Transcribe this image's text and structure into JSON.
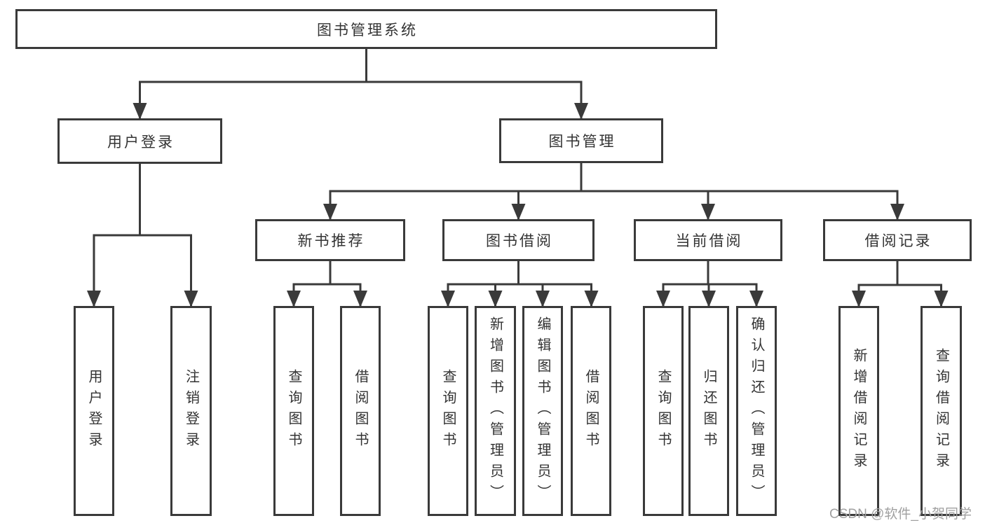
{
  "diagram": {
    "root": {
      "label": "图书管理系统"
    },
    "level2": [
      {
        "label": "用户登录"
      },
      {
        "label": "图书管理"
      }
    ],
    "level3": [
      {
        "label": "新书推荐"
      },
      {
        "label": "图书借阅"
      },
      {
        "label": "当前借阅"
      },
      {
        "label": "借阅记录"
      }
    ],
    "leaves": {
      "user_login": [
        "用户登录",
        "注销登录"
      ],
      "new_books": [
        "查询图书",
        "借阅图书"
      ],
      "book_borrow": [
        "查询图书",
        "新增图书（管理员）",
        "编辑图书（管理员）",
        "借阅图书"
      ],
      "current_borrow": [
        "查询图书",
        "归还图书",
        "确认归还（管理员）"
      ],
      "borrow_records": [
        "新增借阅记录",
        "查询借阅记录"
      ]
    },
    "watermark": "CSDN @软件_小贺同学",
    "colors": {
      "line": "#3a3a3a",
      "text": "#333333",
      "watermark": "#a0a0a0",
      "background": "#ffffff"
    }
  }
}
